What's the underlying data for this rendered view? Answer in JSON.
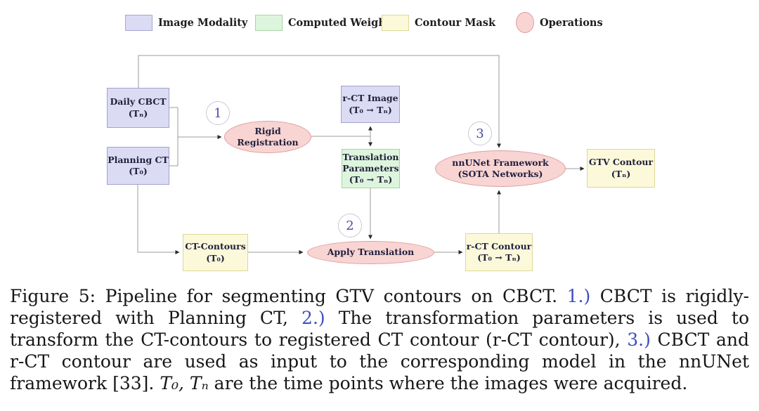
{
  "legend": {
    "items": [
      {
        "label": "Image Modality",
        "shape": "rect",
        "fill": "#dbdbf4",
        "border": "#a6a6d2"
      },
      {
        "label": "Computed Weights",
        "shape": "rect",
        "fill": "#def5dd",
        "border": "#a8d3a6"
      },
      {
        "label": "Contour Mask",
        "shape": "rect",
        "fill": "#fcf9da",
        "border": "#ded898"
      },
      {
        "label": "Operations",
        "shape": "ellipse",
        "fill": "#f8d4d2",
        "border": "#df9f9f"
      }
    ]
  },
  "nodes": {
    "daily_cbct": {
      "line1": "Daily CBCT",
      "line2": "(Tₙ)"
    },
    "planning_ct": {
      "line1": "Planning CT",
      "line2": "(T₀)"
    },
    "rct_image": {
      "line1": "r-CT Image",
      "line2": "(T₀ → Tₙ)"
    },
    "translation_parameters": {
      "line1": "Translation",
      "line2": "Parameters",
      "line3": "(T₀ → Tₙ)"
    },
    "ct_contours": {
      "line1": "CT-Contours",
      "line2": "(T₀)"
    },
    "rct_contour": {
      "line1": "r-CT Contour",
      "line2": "(T₀ → Tₙ)"
    },
    "gtv_contour": {
      "line1": "GTV Contour",
      "line2": "(Tₙ)"
    },
    "rigid_registration": {
      "line1": "Rigid",
      "line2": "Registration"
    },
    "apply_translation": {
      "line1": "Apply Translation"
    },
    "nnunet_framework": {
      "line1": "nnUNet Framework",
      "line2": "(SOTA Networks)"
    }
  },
  "steps": {
    "one": "1",
    "two": "2",
    "three": "3"
  },
  "caption": {
    "part1": "Figure 5: Pipeline for segmenting GTV contours on CBCT. ",
    "ref1": "1.)",
    "part2": " CBCT is rigidly-registered with Planning CT, ",
    "ref2": "2.)",
    "part3": " The transformation parameters is used to transform the CT-contours to registered CT contour (r-CT contour), ",
    "ref3": "3.)",
    "part4": " CBCT and r-CT contour are used as input to the corresponding model in the nnUNet framework  [33]. ",
    "math": "T₀, Tₙ",
    "part5": " are the time points where the images were acquired."
  },
  "colors": {
    "image_modality_fill": "#dbdbf4",
    "computed_weights_fill": "#def5dd",
    "contour_mask_fill": "#fcf9da",
    "operations_fill": "#f8d4d2",
    "node_text": "#21213f",
    "step_number": "#4949a8",
    "caption_reference_blue": "#3c4ec2",
    "edge_line": "#9b9b9b"
  }
}
